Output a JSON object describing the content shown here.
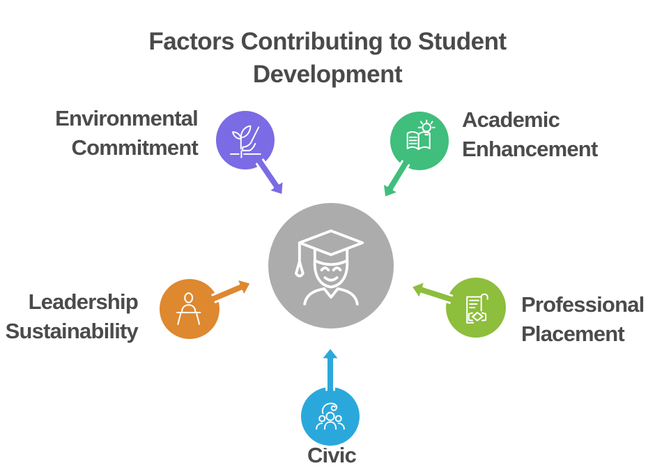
{
  "title": "Factors Contributing to Student Development",
  "center": {
    "icon": "graduate-student-icon",
    "color": "#ACACAC"
  },
  "factors": [
    {
      "id": "environmental-commitment",
      "label": "Environmental Commitment",
      "color": "#7B6BE4",
      "icon": "seedling-hand-icon",
      "position": "top-left"
    },
    {
      "id": "academic-enhancement",
      "label": "Academic Enhancement",
      "color": "#3FBE7C",
      "icon": "open-book-lightbulb-icon",
      "position": "top-right"
    },
    {
      "id": "leadership-sustainability",
      "label": "Leadership Sustainability",
      "color": "#DE8830",
      "icon": "speaker-podium-icon",
      "position": "left"
    },
    {
      "id": "professional-placement",
      "label": "Professional Placement",
      "color": "#8DBE3C",
      "icon": "contract-handshake-icon",
      "position": "right"
    },
    {
      "id": "civic",
      "label": "Civic",
      "color": "#2BA8DB",
      "icon": "community-people-icon",
      "position": "bottom"
    }
  ]
}
